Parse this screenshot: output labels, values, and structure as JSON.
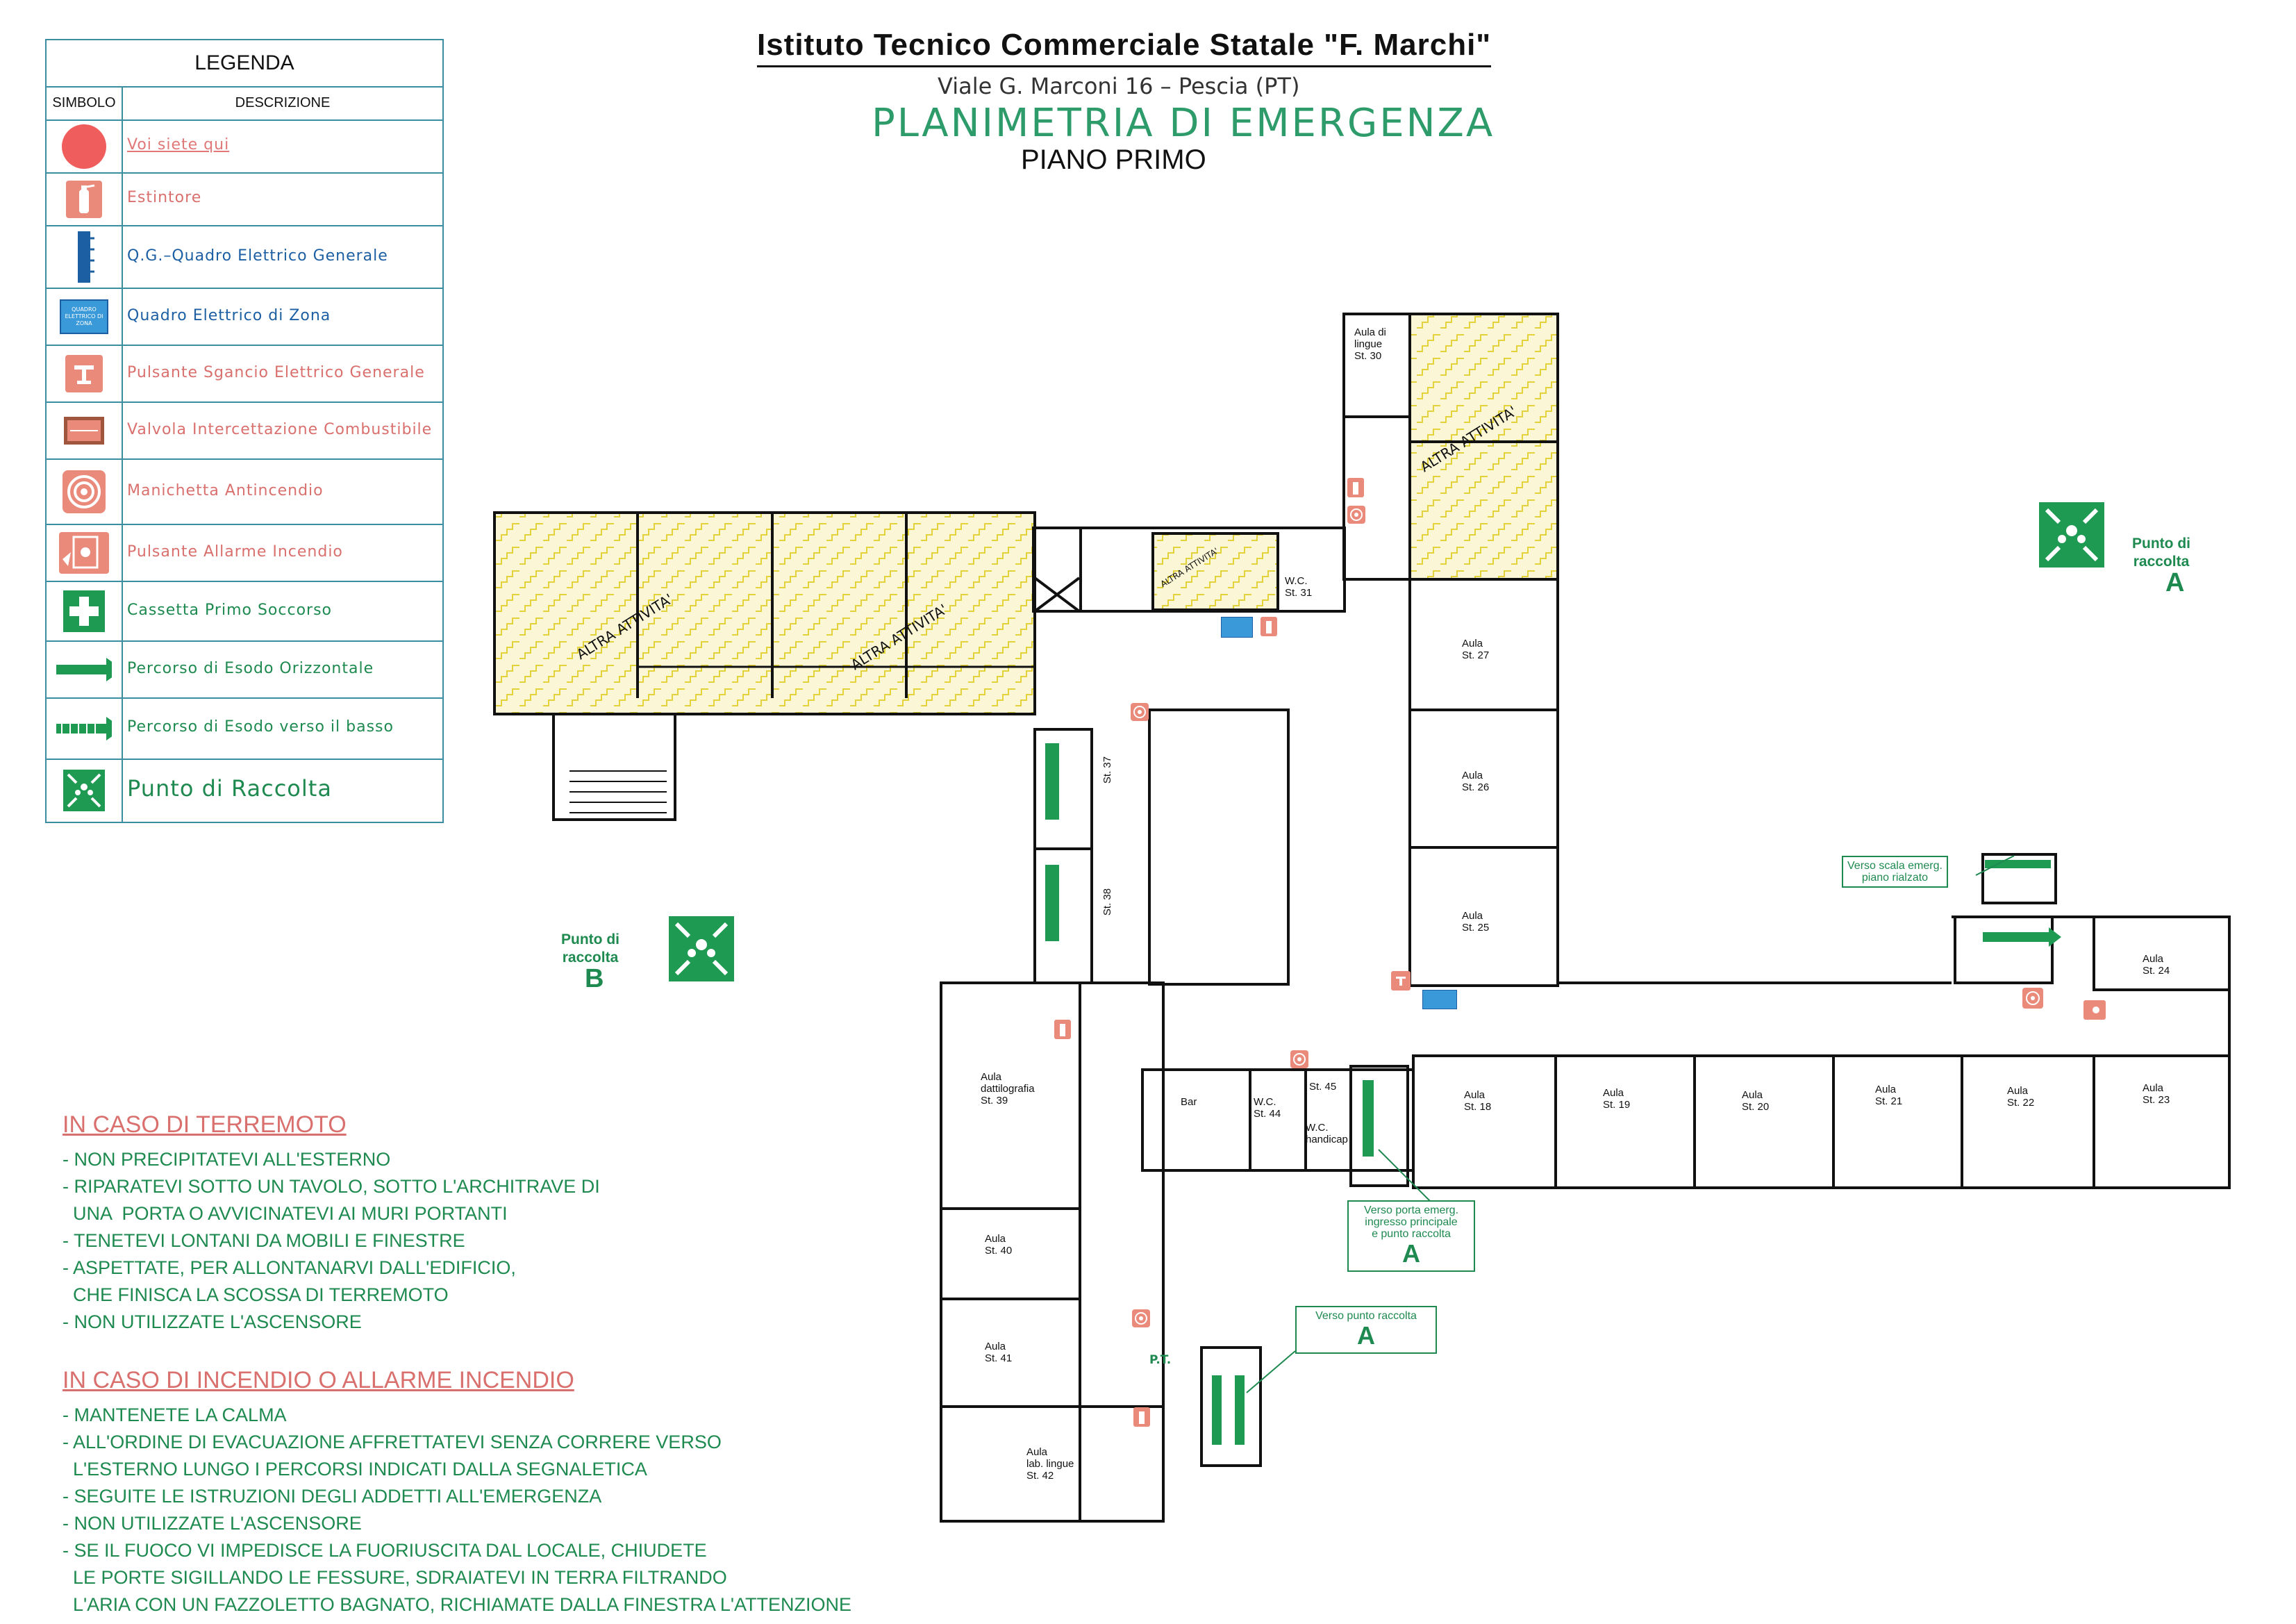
{
  "header": {
    "institute": "Istituto Tecnico Commerciale Statale \"F. Marchi\"",
    "address": "Viale G. Marconi 16 – Pescia (PT)",
    "plan_title": "PLANIMETRIA DI EMERGENZA",
    "floor": "PIANO PRIMO"
  },
  "legend": {
    "title": "LEGENDA",
    "col_symbol": "SIMBOLO",
    "col_description": "DESCRIZIONE",
    "items": [
      {
        "icon": "you-are-here-icon",
        "label": "Voi siete qui",
        "color": "#e05a5a"
      },
      {
        "icon": "extinguisher-icon",
        "label": "Estintore",
        "color": "#d9706e"
      },
      {
        "icon": "main-panel-icon",
        "label": "Q.G.–Quadro Elettrico Generale",
        "color": "#1d5fa3"
      },
      {
        "icon": "zone-panel-icon",
        "label": "Quadro Elettrico di Zona",
        "color": "#1d5fa3"
      },
      {
        "icon": "power-cut-button-icon",
        "label": "Pulsante Sgancio Elettrico Generale",
        "color": "#d9706e"
      },
      {
        "icon": "fuel-valve-icon",
        "label": "Valvola Intercettazione Combustibile",
        "color": "#d9706e"
      },
      {
        "icon": "hose-reel-icon",
        "label": "Manichetta Antincendio",
        "color": "#d9706e"
      },
      {
        "icon": "fire-alarm-icon",
        "label": "Pulsante Allarme Incendio",
        "color": "#d9706e"
      },
      {
        "icon": "first-aid-icon",
        "label": "Cassetta Primo Soccorso",
        "color": "#1e8a50"
      },
      {
        "icon": "exit-arrow-icon",
        "label": "Percorso di Esodo Orizzontale",
        "color": "#1e8a50"
      },
      {
        "icon": "exit-down-arrow-icon",
        "label": "Percorso di Esodo verso il basso",
        "color": "#1e8a50"
      },
      {
        "icon": "assembly-point-icon",
        "label": "Punto di Raccolta",
        "color": "#1e8a50"
      }
    ],
    "zone_panel_text": "QUADRO ELETTRICO DI ZONA"
  },
  "earthquake": {
    "title": "IN CASO DI TERREMOTO",
    "lines": [
      "- NON PRECIPITATEVI ALL'ESTERNO",
      "- RIPARATEVI SOTTO UN TAVOLO, SOTTO L'ARCHITRAVE DI",
      "  UNA  PORTA O AVVICINATEVI AI MURI PORTANTI",
      "- TENETEVI LONTANI DA MOBILI E FINESTRE",
      "- ASPETTATE, PER ALLONTANARVI DALL'EDIFICIO,",
      "  CHE FINISCA LA SCOSSA DI TERREMOTO",
      "- NON UTILIZZATE L'ASCENSORE"
    ]
  },
  "fire": {
    "title": "IN CASO DI INCENDIO O ALLARME INCENDIO",
    "lines": [
      "- MANTENETE LA CALMA",
      "- ALL'ORDINE DI EVACUAZIONE AFFRETTATEVI SENZA CORRERE VERSO",
      "  L'ESTERNO LUNGO I PERCORSI INDICATI DALLA SEGNALETICA",
      "- SEGUITE LE ISTRUZIONI DEGLI ADDETTI ALL'EMERGENZA",
      "- NON UTILIZZATE L'ASCENSORE",
      "- SE IL FUOCO VI IMPEDISCE LA FUORIUSCITA DAL LOCALE, CHIUDETE",
      "  LE PORTE SIGILLANDO LE FESSURE, SDRAIATEVI IN TERRA FILTRANDO",
      "  L'ARIA CON UN FAZZOLETTO BAGNATO, RICHIAMATE DALLA FINESTRA L'ATTENZIONE"
    ]
  },
  "map": {
    "other_activity": "ALTRA ATTIVITA'",
    "assembly_a": {
      "label": "Punto di\nraccolta",
      "letter": "A"
    },
    "assembly_b": {
      "label": "Punto di\nraccolta",
      "letter": "B"
    },
    "verso_stair": "Verso scala emerg.\npiano rialzato",
    "verso_main": "Verso porta emerg.\ningresso principale\ne punto raccolta",
    "verso_main_letter": "A",
    "verso_point": "Verso punto raccolta",
    "verso_point_letter": "A",
    "pt_label": "P.T.",
    "rooms": {
      "st30": "Aula di\nlingue\nSt. 30",
      "st31": "W.C.\nSt. 31",
      "st27": "Aula\nSt. 27",
      "st26": "Aula\nSt. 26",
      "st25": "Aula\nSt. 25",
      "st24": "Aula\nSt. 24",
      "st23": "Aula\nSt. 23",
      "st22": "Aula\nSt. 22",
      "st21": "Aula\nSt. 21",
      "st20": "Aula\nSt. 20",
      "st19": "Aula\nSt. 19",
      "st18": "Aula\nSt. 18",
      "st37": "St. 37",
      "st38": "St. 38",
      "st39": "Aula\ndattilografia\nSt. 39",
      "st40": "Aula\nSt. 40",
      "st41": "Aula\nSt. 41",
      "st42": "Aula\nlab. lingue\nSt. 42",
      "bar": "Bar",
      "st44": "W.C.\nSt. 44",
      "st45": "St. 45",
      "handicap": "W.C.\nhandicap"
    }
  }
}
